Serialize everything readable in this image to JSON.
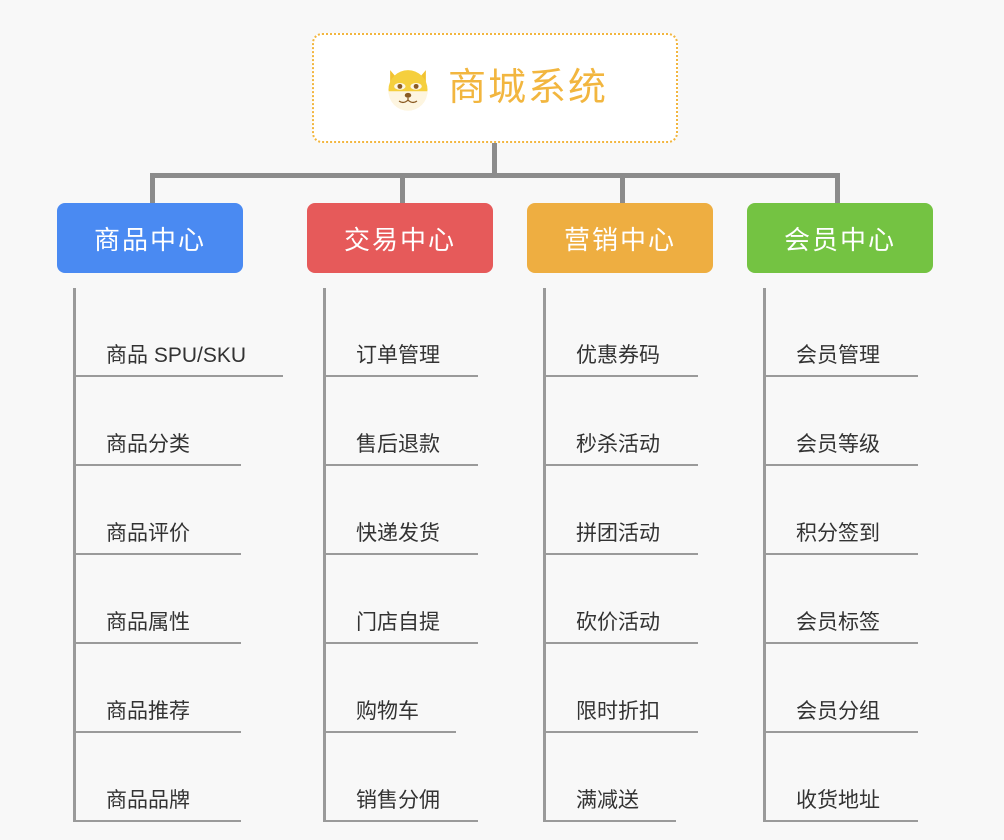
{
  "root": {
    "title": "商城系统",
    "icon": "shiba-dog-icon",
    "accent_color": "#f2b63f",
    "background": "#ffffff",
    "border_style": "dotted"
  },
  "canvas": {
    "background_color": "#f8f8f8",
    "connector_color": "#8c8c8c",
    "leaf_line_color": "#9a9a9a",
    "leaf_text_color": "#333333"
  },
  "columns": [
    {
      "header": "商品中心",
      "color": "#4a8af2",
      "items": [
        "商品 SPU/SKU",
        "商品分类",
        "商品评价",
        "商品属性",
        "商品推荐",
        "商品品牌"
      ],
      "underline_widths": [
        207,
        165,
        165,
        165,
        165,
        165
      ]
    },
    {
      "header": "交易中心",
      "color": "#e65a5a",
      "items": [
        "订单管理",
        "售后退款",
        "快递发货",
        "门店自提",
        "购物车",
        "销售分佣"
      ],
      "underline_widths": [
        152,
        152,
        152,
        152,
        130,
        152
      ]
    },
    {
      "header": "营销中心",
      "color": "#eeae41",
      "items": [
        "优惠券码",
        "秒杀活动",
        "拼团活动",
        "砍价活动",
        "限时折扣",
        "满减送"
      ],
      "underline_widths": [
        152,
        152,
        152,
        152,
        152,
        130
      ]
    },
    {
      "header": "会员中心",
      "color": "#74c342",
      "items": [
        "会员管理",
        "会员等级",
        "积分签到",
        "会员标签",
        "会员分组",
        "收货地址"
      ],
      "underline_widths": [
        152,
        152,
        152,
        152,
        152,
        152
      ]
    }
  ]
}
